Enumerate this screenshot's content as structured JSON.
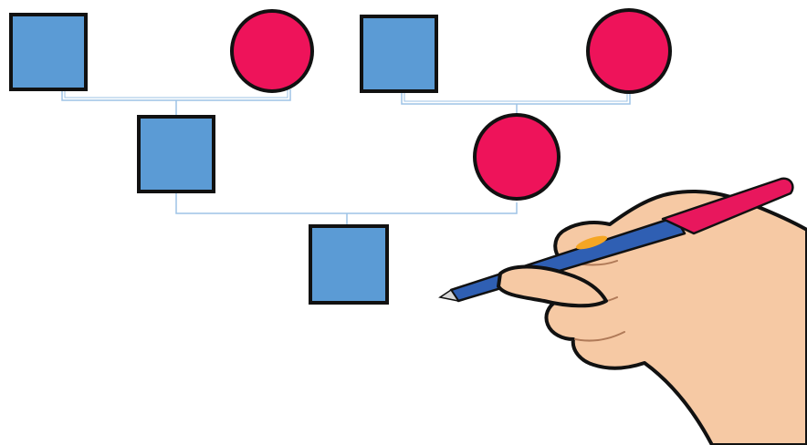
{
  "diagram": {
    "type": "pedigree-chart",
    "individuals": [
      {
        "id": "gen1-left-male",
        "sex": "male",
        "generation": 1
      },
      {
        "id": "gen1-left-female",
        "sex": "female",
        "generation": 1
      },
      {
        "id": "gen1-right-male",
        "sex": "male",
        "generation": 1
      },
      {
        "id": "gen1-right-female",
        "sex": "female",
        "generation": 1
      },
      {
        "id": "gen2-male",
        "sex": "male",
        "generation": 2
      },
      {
        "id": "gen2-female",
        "sex": "female",
        "generation": 2
      },
      {
        "id": "gen3-male",
        "sex": "male",
        "generation": 3
      }
    ],
    "relationships": [
      {
        "parents": [
          "gen1-left-male",
          "gen1-left-female"
        ],
        "child": "gen2-male"
      },
      {
        "parents": [
          "gen1-right-male",
          "gen1-right-female"
        ],
        "child": "gen2-female"
      },
      {
        "parents": [
          "gen2-male",
          "gen2-female"
        ],
        "child": "gen3-male"
      }
    ],
    "illustration": "hand-holding-pen",
    "colors": {
      "male_fill": "#5b9bd5",
      "female_fill": "#ee135a",
      "outline": "#111111",
      "connector": "#9dc3e6",
      "pen_body": "#2f5fb3",
      "pen_cap": "#e8175d",
      "skin": "#f6c9a4"
    }
  }
}
